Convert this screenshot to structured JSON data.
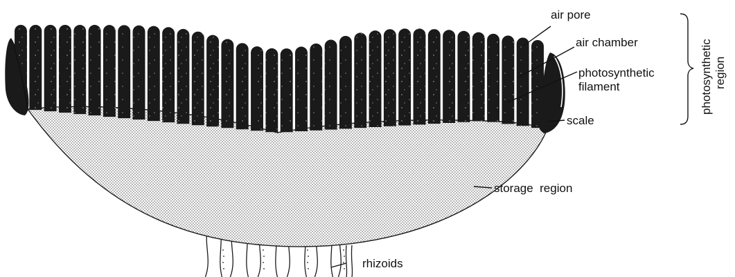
{
  "labels": {
    "air_pore": "air pore",
    "air_chamber": "air chamber",
    "photosynthetic_filament_line1": "photosynthetic",
    "photosynthetic_filament_line2": "filament",
    "scale": "scale",
    "storage_region": "storage  region",
    "rhizoids": "rhizoids",
    "region_bracket_line1": "photosynthetic",
    "region_bracket_line2": "region"
  },
  "colors": {
    "ink": "#1a1a1a",
    "background": "#ffffff",
    "stipple": "#555555"
  }
}
